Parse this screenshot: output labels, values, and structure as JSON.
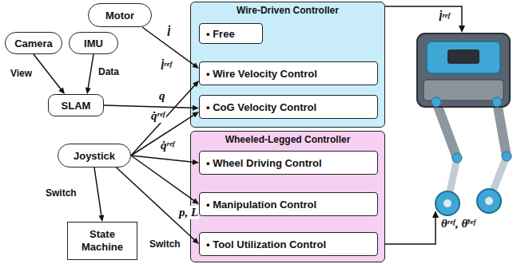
{
  "diagram": {
    "nodes": [
      {
        "text": [
          "Motor"
        ]
      },
      {
        "text": [
          "Camera"
        ]
      },
      {
        "text": [
          "IMU"
        ]
      },
      {
        "text": [
          "SLAM"
        ]
      },
      {
        "text": [
          "Joystick"
        ]
      },
      {
        "text": [
          "State Machine"
        ]
      },
      {
        "text": [
          "Wire-Driven Controller"
        ]
      },
      {
        "text": [
          "• Free"
        ],
        "in": 6
      },
      {
        "text": [
          "• Wire Velocity Control"
        ],
        "in": 6
      },
      {
        "text": [
          "• CoG Velocity Control"
        ],
        "in": 6
      },
      {
        "text": [
          "Wheeled-Legged Controller"
        ]
      },
      {
        "text": [
          "• Wheel Driving Control"
        ],
        "in": 10
      },
      {
        "text": [
          "• Manipulation Control"
        ],
        "in": 10
      },
      {
        "text": [
          "• Tool Utilization Control"
        ],
        "in": 10
      }
    ],
    "edges": [
      {
        "from": 0,
        "to": 8,
        "arrow": "to",
        "label": "l̇"
      },
      {
        "from": 1,
        "to": 3,
        "arrow": "to",
        "label": "View"
      },
      {
        "from": 2,
        "to": 3,
        "arrow": "to",
        "label": "Data"
      },
      {
        "from": 3,
        "to": 9,
        "arrow": "to",
        "label": "q"
      },
      {
        "from": 4,
        "to": 8,
        "arrow": "to",
        "label": "l̇ʳᵉᶠ"
      },
      {
        "from": 4,
        "to": 9,
        "arrow": "to",
        "label": "q̇ʳᵉᶠ"
      },
      {
        "from": 4,
        "to": 11,
        "arrow": "to",
        "label": "q̇ʳᵉᶠ"
      },
      {
        "from": 4,
        "to": 12,
        "arrow": "to",
        "label": "p, L"
      },
      {
        "from": 4,
        "to": 13,
        "arrow": "to",
        "label": "Switch"
      },
      {
        "from": 4,
        "to": 5,
        "arrow": "to",
        "label": "Switch"
      }
    ],
    "labels": [
      "l̇ʳᵉᶠ",
      "θʳᵉᶠ, θ̇ʳᵉᶠ"
    ]
  }
}
